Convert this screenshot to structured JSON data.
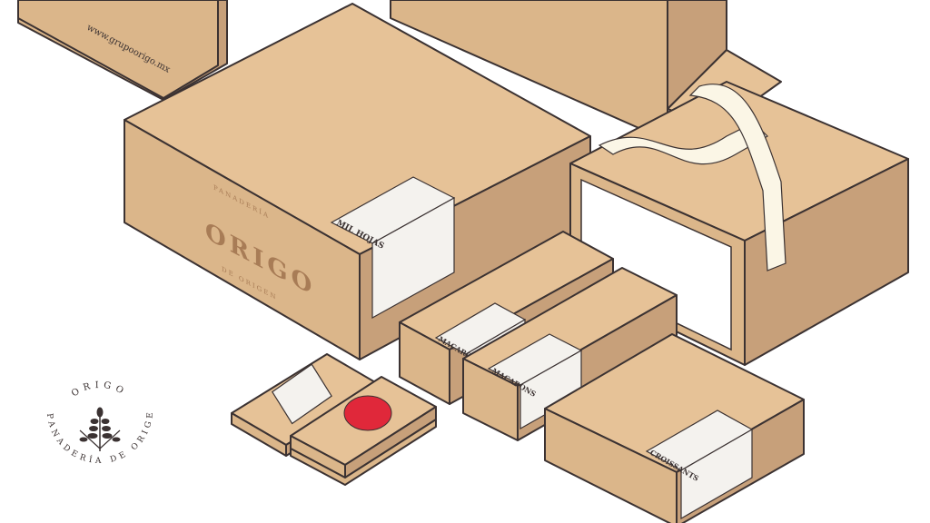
{
  "brand": {
    "name": "ORIGO",
    "tagline": "PANADERÍA DE ORIGEN",
    "box_top_text": "PANADERÍA",
    "box_bottom_text": "DE ORIGEN",
    "website": "www.grupoorigo.mx"
  },
  "labels": {
    "large_box": "MIL HOJAS",
    "macarons_1": "MACARONS",
    "macarons_2": "MACARONS",
    "croissants": "CROISSANTS"
  },
  "colors": {
    "kraft_top": "#e6c297",
    "kraft_left": "#dbb68a",
    "kraft_right": "#c7a07a",
    "outline": "#3b3232",
    "seal": "#e0283a",
    "ribbon": "#fbf6e6"
  }
}
